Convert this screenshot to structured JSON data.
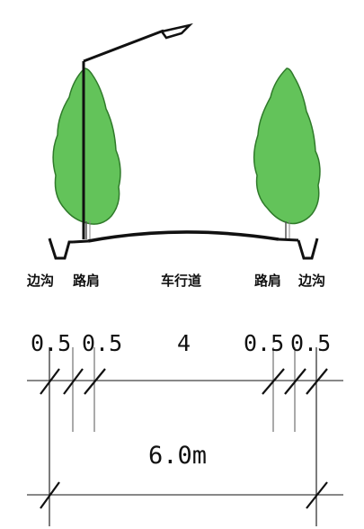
{
  "colors": {
    "tree_fill": "#63c35a",
    "tree_outline": "#2f7a2a",
    "line": "#111111",
    "thin_line": "#555555",
    "background": "#ffffff"
  },
  "labels": {
    "left_ditch": "边沟",
    "left_shoulder": "路肩",
    "carriageway": "车行道",
    "right_shoulder": "路肩",
    "right_ditch": "边沟"
  },
  "dimensions": {
    "left_ditch": "0.5",
    "left_shoulder": "0.5",
    "carriageway": "4",
    "right_shoulder": "0.5",
    "right_ditch": "0.5",
    "total": "6.0m"
  }
}
